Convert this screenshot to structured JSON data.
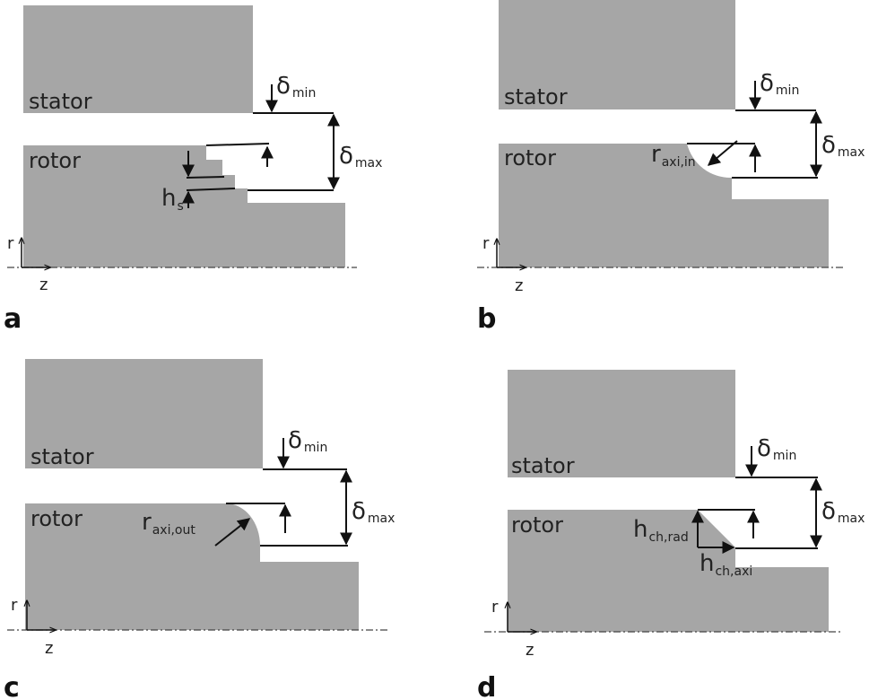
{
  "panels": [
    {
      "id": "a",
      "label": "a",
      "stator": "stator",
      "rotor": "rotor",
      "delta_min": {
        "main": "δ",
        "sub": "min"
      },
      "delta_max": {
        "main": "δ",
        "sub": "max"
      },
      "param": {
        "main": "h",
        "sub": "s"
      },
      "axis_r": "r",
      "axis_z": "z"
    },
    {
      "id": "b",
      "label": "b",
      "stator": "stator",
      "rotor": "rotor",
      "delta_min": {
        "main": "δ",
        "sub": "min"
      },
      "delta_max": {
        "main": "δ",
        "sub": "max"
      },
      "param": {
        "main": "r",
        "sub": "axi,in"
      },
      "axis_r": "r",
      "axis_z": "z"
    },
    {
      "id": "c",
      "label": "c",
      "stator": "stator",
      "rotor": "rotor",
      "delta_min": {
        "main": "δ",
        "sub": "min"
      },
      "delta_max": {
        "main": "δ",
        "sub": "max"
      },
      "param": {
        "main": "r",
        "sub": "axi,out"
      },
      "axis_r": "r",
      "axis_z": "z"
    },
    {
      "id": "d",
      "label": "d",
      "stator": "stator",
      "rotor": "rotor",
      "delta_min": {
        "main": "δ",
        "sub": "min"
      },
      "delta_max": {
        "main": "δ",
        "sub": "max"
      },
      "param": {
        "main": "h",
        "sub": "ch,rad"
      },
      "param2": {
        "main": "h",
        "sub": "ch,axi"
      },
      "axis_r": "r",
      "axis_z": "z"
    }
  ]
}
